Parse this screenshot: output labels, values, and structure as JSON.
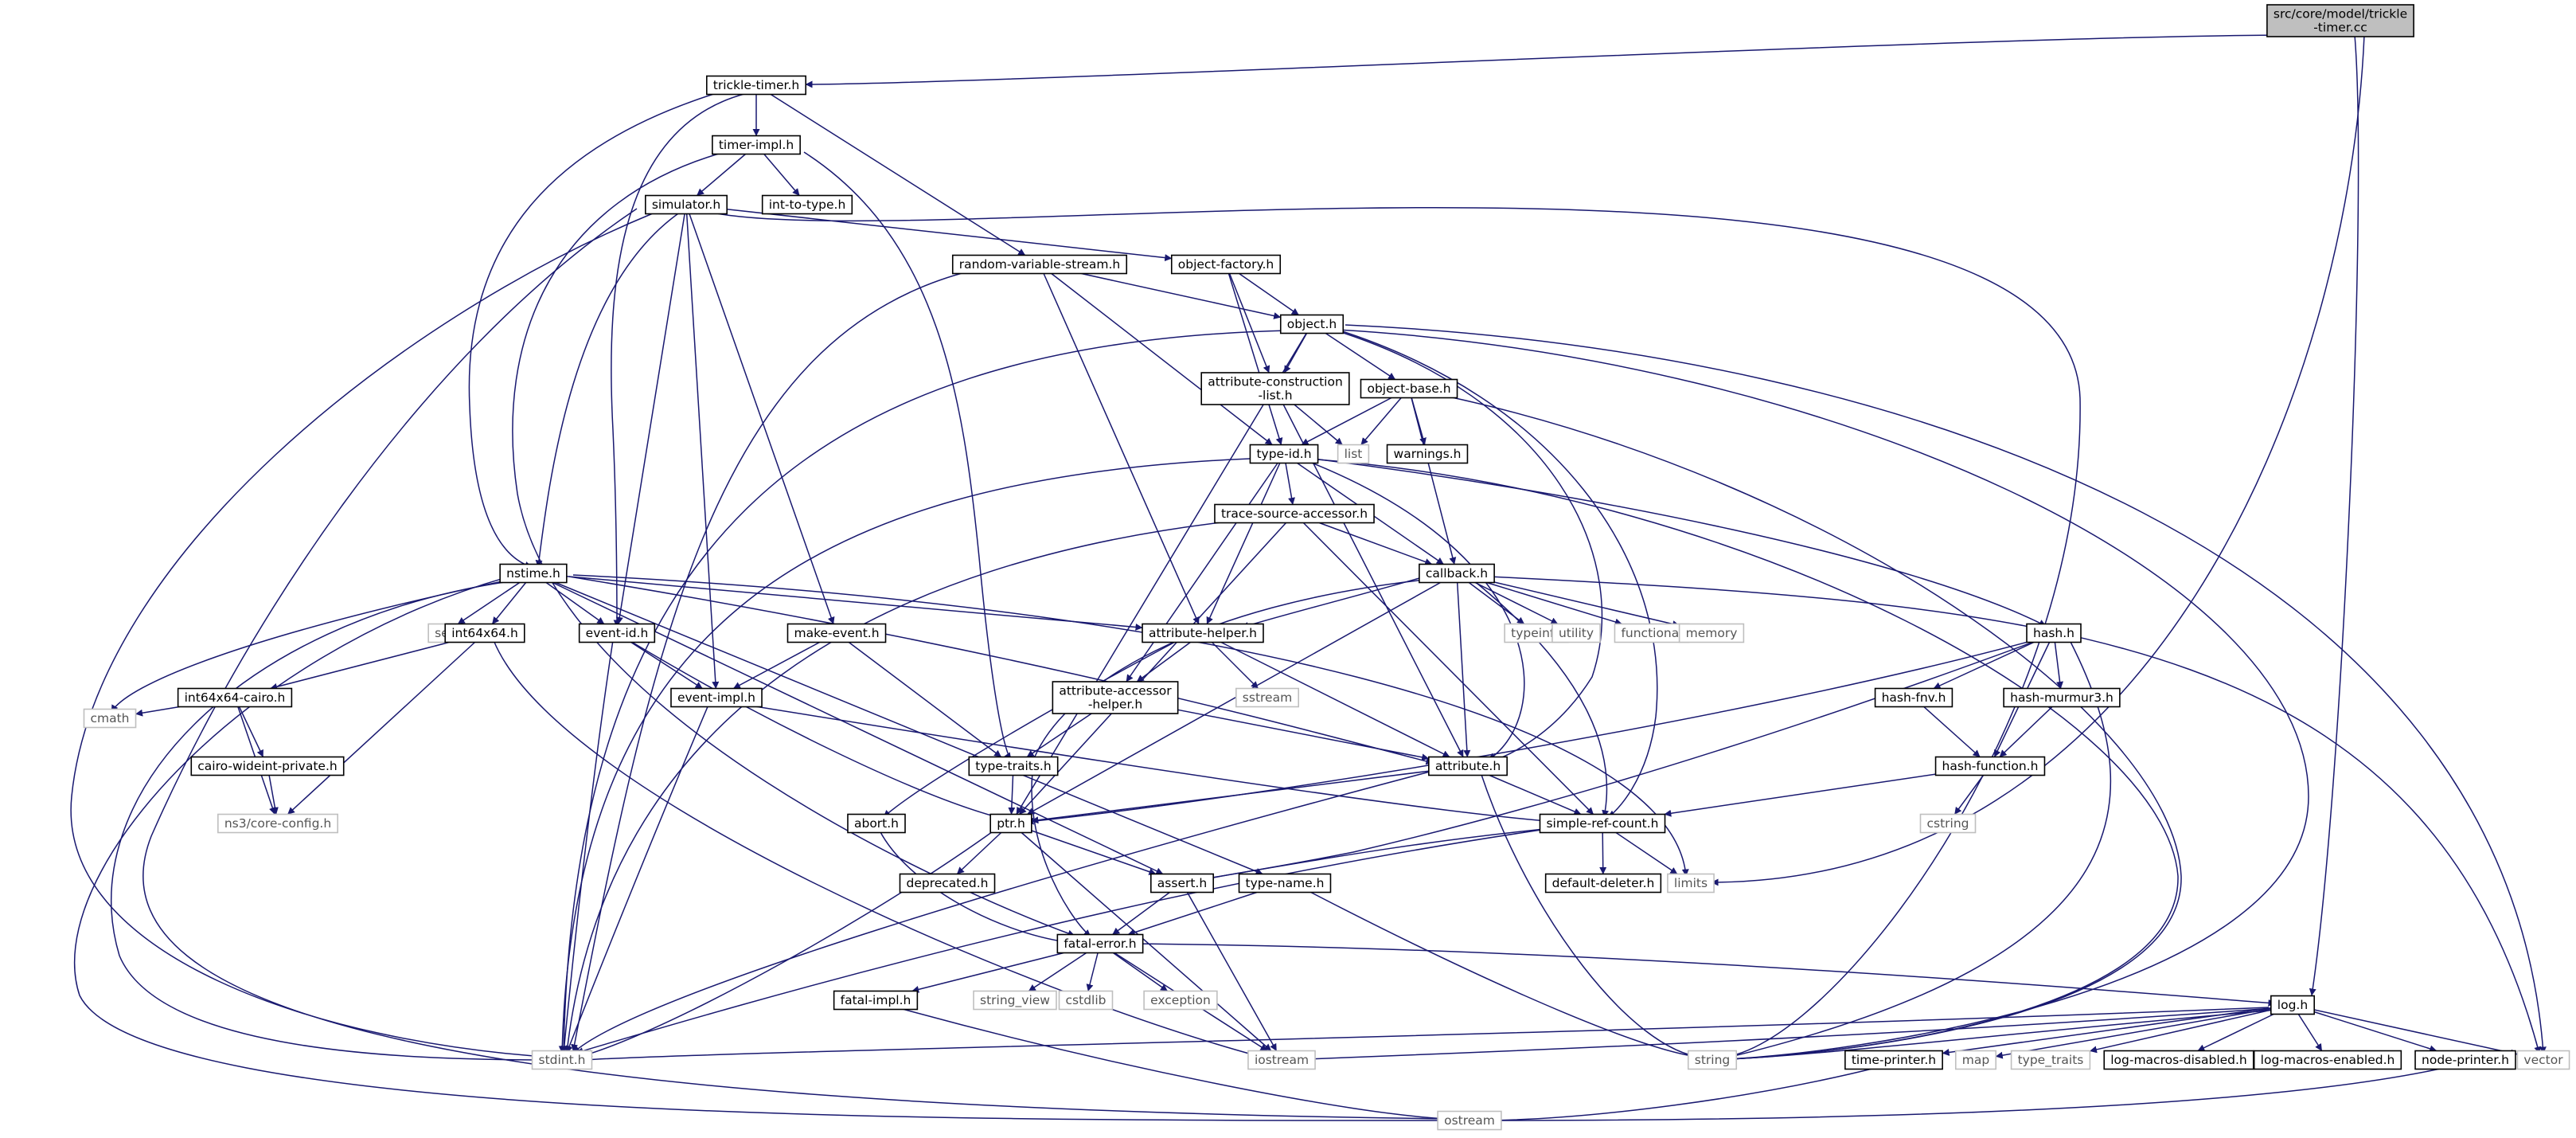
{
  "colors": {
    "edge": "#191970",
    "node_border": "#000000",
    "system_border": "#bfbfbf",
    "root_fill": "#bfbfbf",
    "node_fill": "#ffffff",
    "text": "#000000",
    "system_text": "#555555"
  },
  "nodes": [
    {
      "id": "root",
      "lines": [
        "src/core/model/trickle",
        "-timer.cc"
      ],
      "kind": "root"
    },
    {
      "id": "trickle-timer",
      "lines": [
        "trickle-timer.h"
      ],
      "kind": "header"
    },
    {
      "id": "timer-impl",
      "lines": [
        "timer-impl.h"
      ],
      "kind": "header"
    },
    {
      "id": "simulator",
      "lines": [
        "simulator.h"
      ],
      "kind": "header"
    },
    {
      "id": "int-to-type",
      "lines": [
        "int-to-type.h"
      ],
      "kind": "header"
    },
    {
      "id": "random-variable-stream",
      "lines": [
        "random-variable-stream.h"
      ],
      "kind": "header"
    },
    {
      "id": "object-factory",
      "lines": [
        "object-factory.h"
      ],
      "kind": "header"
    },
    {
      "id": "object",
      "lines": [
        "object.h"
      ],
      "kind": "header"
    },
    {
      "id": "attribute-construction-list",
      "lines": [
        "attribute-construction",
        "-list.h"
      ],
      "kind": "header"
    },
    {
      "id": "object-base",
      "lines": [
        "object-base.h"
      ],
      "kind": "header"
    },
    {
      "id": "list",
      "lines": [
        "list"
      ],
      "kind": "system"
    },
    {
      "id": "warnings",
      "lines": [
        "warnings.h"
      ],
      "kind": "header"
    },
    {
      "id": "type-id",
      "lines": [
        "type-id.h"
      ],
      "kind": "header"
    },
    {
      "id": "trace-source-accessor",
      "lines": [
        "trace-source-accessor.h"
      ],
      "kind": "header"
    },
    {
      "id": "callback",
      "lines": [
        "callback.h"
      ],
      "kind": "header"
    },
    {
      "id": "nstime",
      "lines": [
        "nstime.h"
      ],
      "kind": "header"
    },
    {
      "id": "set",
      "lines": [
        "set"
      ],
      "kind": "system"
    },
    {
      "id": "int64x64",
      "lines": [
        "int64x64.h"
      ],
      "kind": "header"
    },
    {
      "id": "event-id",
      "lines": [
        "event-id.h"
      ],
      "kind": "header"
    },
    {
      "id": "make-event",
      "lines": [
        "make-event.h"
      ],
      "kind": "header"
    },
    {
      "id": "attribute-helper",
      "lines": [
        "attribute-helper.h"
      ],
      "kind": "header"
    },
    {
      "id": "typeinfo",
      "lines": [
        "typeinfo"
      ],
      "kind": "system"
    },
    {
      "id": "utility",
      "lines": [
        "utility"
      ],
      "kind": "system"
    },
    {
      "id": "functional",
      "lines": [
        "functional"
      ],
      "kind": "system"
    },
    {
      "id": "memory",
      "lines": [
        "memory"
      ],
      "kind": "system"
    },
    {
      "id": "hash",
      "lines": [
        "hash.h"
      ],
      "kind": "header"
    },
    {
      "id": "int64x64-cairo",
      "lines": [
        "int64x64-cairo.h"
      ],
      "kind": "header"
    },
    {
      "id": "event-impl",
      "lines": [
        "event-impl.h"
      ],
      "kind": "header"
    },
    {
      "id": "sstream",
      "lines": [
        "sstream"
      ],
      "kind": "system"
    },
    {
      "id": "attribute-accessor-helper",
      "lines": [
        "attribute-accessor",
        "-helper.h"
      ],
      "kind": "header"
    },
    {
      "id": "hash-fnv",
      "lines": [
        "hash-fnv.h"
      ],
      "kind": "header"
    },
    {
      "id": "hash-murmur3",
      "lines": [
        "hash-murmur3.h"
      ],
      "kind": "header"
    },
    {
      "id": "cmath",
      "lines": [
        "cmath"
      ],
      "kind": "system"
    },
    {
      "id": "cairo-wideint-private",
      "lines": [
        "cairo-wideint-private.h"
      ],
      "kind": "header"
    },
    {
      "id": "type-traits",
      "lines": [
        "type-traits.h"
      ],
      "kind": "header"
    },
    {
      "id": "attribute",
      "lines": [
        "attribute.h"
      ],
      "kind": "header"
    },
    {
      "id": "hash-function",
      "lines": [
        "hash-function.h"
      ],
      "kind": "header"
    },
    {
      "id": "core-config",
      "lines": [
        "ns3/core-config.h"
      ],
      "kind": "system"
    },
    {
      "id": "cstring",
      "lines": [
        "cstring"
      ],
      "kind": "system"
    },
    {
      "id": "abort",
      "lines": [
        "abort.h"
      ],
      "kind": "header"
    },
    {
      "id": "ptr",
      "lines": [
        "ptr.h"
      ],
      "kind": "header"
    },
    {
      "id": "simple-ref-count",
      "lines": [
        "simple-ref-count.h"
      ],
      "kind": "header"
    },
    {
      "id": "deprecated",
      "lines": [
        "deprecated.h"
      ],
      "kind": "header"
    },
    {
      "id": "assert",
      "lines": [
        "assert.h"
      ],
      "kind": "header"
    },
    {
      "id": "type-name",
      "lines": [
        "type-name.h"
      ],
      "kind": "header"
    },
    {
      "id": "default-deleter",
      "lines": [
        "default-deleter.h"
      ],
      "kind": "header"
    },
    {
      "id": "limits",
      "lines": [
        "limits"
      ],
      "kind": "system"
    },
    {
      "id": "fatal-error",
      "lines": [
        "fatal-error.h"
      ],
      "kind": "header"
    },
    {
      "id": "fatal-impl",
      "lines": [
        "fatal-impl.h"
      ],
      "kind": "header"
    },
    {
      "id": "string_view",
      "lines": [
        "string_view"
      ],
      "kind": "system"
    },
    {
      "id": "cstdlib",
      "lines": [
        "cstdlib"
      ],
      "kind": "system"
    },
    {
      "id": "exception",
      "lines": [
        "exception"
      ],
      "kind": "system"
    },
    {
      "id": "log",
      "lines": [
        "log.h"
      ],
      "kind": "header"
    },
    {
      "id": "stdint",
      "lines": [
        "stdint.h"
      ],
      "kind": "system"
    },
    {
      "id": "iostream",
      "lines": [
        "iostream"
      ],
      "kind": "system"
    },
    {
      "id": "string",
      "lines": [
        "string"
      ],
      "kind": "system"
    },
    {
      "id": "time-printer",
      "lines": [
        "time-printer.h"
      ],
      "kind": "header"
    },
    {
      "id": "map",
      "lines": [
        "map"
      ],
      "kind": "system"
    },
    {
      "id": "type_traits",
      "lines": [
        "type_traits"
      ],
      "kind": "system"
    },
    {
      "id": "log-macros-disabled",
      "lines": [
        "log-macros-disabled.h"
      ],
      "kind": "header"
    },
    {
      "id": "log-macros-enabled",
      "lines": [
        "log-macros-enabled.h"
      ],
      "kind": "header"
    },
    {
      "id": "node-printer",
      "lines": [
        "node-printer.h"
      ],
      "kind": "header"
    },
    {
      "id": "vector",
      "lines": [
        "vector"
      ],
      "kind": "system"
    },
    {
      "id": "ostream",
      "lines": [
        "ostream"
      ],
      "kind": "system"
    }
  ],
  "edges": [
    [
      "root",
      "trickle-timer"
    ],
    [
      "root",
      "log"
    ],
    [
      "root",
      "limits"
    ],
    [
      "trickle-timer",
      "timer-impl"
    ],
    [
      "trickle-timer",
      "nstime"
    ],
    [
      "trickle-timer",
      "event-id"
    ],
    [
      "trickle-timer",
      "random-variable-stream"
    ],
    [
      "timer-impl",
      "simulator"
    ],
    [
      "timer-impl",
      "int-to-type"
    ],
    [
      "timer-impl",
      "fatal-error"
    ],
    [
      "timer-impl",
      "type-traits"
    ],
    [
      "simulator",
      "event-id"
    ],
    [
      "simulator",
      "event-impl"
    ],
    [
      "simulator",
      "make-event"
    ],
    [
      "simulator",
      "nstime"
    ],
    [
      "simulator",
      "object-factory"
    ],
    [
      "simulator",
      "stdint"
    ],
    [
      "simulator",
      "string"
    ],
    [
      "simulator",
      "ostream"
    ],
    [
      "random-variable-stream",
      "type-id"
    ],
    [
      "random-variable-stream",
      "object"
    ],
    [
      "random-variable-stream",
      "attribute-helper"
    ],
    [
      "random-variable-stream",
      "stdint"
    ],
    [
      "object-factory",
      "attribute-construction-list"
    ],
    [
      "object-factory",
      "object"
    ],
    [
      "object-factory",
      "type-id"
    ],
    [
      "object",
      "ptr"
    ],
    [
      "object",
      "attribute"
    ],
    [
      "object",
      "object-base"
    ],
    [
      "object",
      "attribute-construction-list"
    ],
    [
      "object",
      "simple-ref-count"
    ],
    [
      "object",
      "stdint"
    ],
    [
      "object",
      "string"
    ],
    [
      "object",
      "vector"
    ],
    [
      "attribute-construction-list",
      "attribute"
    ],
    [
      "attribute-construction-list",
      "list"
    ],
    [
      "object-base",
      "type-id"
    ],
    [
      "object-base",
      "callback"
    ],
    [
      "object-base",
      "list"
    ],
    [
      "object-base",
      "warnings"
    ],
    [
      "object-base",
      "string"
    ],
    [
      "type-id",
      "attribute"
    ],
    [
      "type-id",
      "attribute-accessor-helper"
    ],
    [
      "type-id",
      "trace-source-accessor"
    ],
    [
      "type-id",
      "attribute-helper"
    ],
    [
      "type-id",
      "callback"
    ],
    [
      "type-id",
      "hash"
    ],
    [
      "type-id",
      "stdint"
    ],
    [
      "type-id",
      "string"
    ],
    [
      "trace-source-accessor",
      "callback"
    ],
    [
      "trace-source-accessor",
      "ptr"
    ],
    [
      "trace-source-accessor",
      "simple-ref-count"
    ],
    [
      "trace-source-accessor",
      "stdint"
    ],
    [
      "callback",
      "ptr"
    ],
    [
      "callback",
      "fatal-error"
    ],
    [
      "callback",
      "attribute"
    ],
    [
      "callback",
      "attribute-helper"
    ],
    [
      "callback",
      "simple-ref-count"
    ],
    [
      "callback",
      "typeinfo"
    ],
    [
      "callback",
      "utility"
    ],
    [
      "callback",
      "functional"
    ],
    [
      "callback",
      "memory"
    ],
    [
      "callback",
      "vector"
    ],
    [
      "nstime",
      "assert"
    ],
    [
      "nstime",
      "attribute"
    ],
    [
      "nstime",
      "attribute-helper"
    ],
    [
      "nstime",
      "event-id"
    ],
    [
      "nstime",
      "int64x64"
    ],
    [
      "nstime",
      "type-name"
    ],
    [
      "nstime",
      "cmath"
    ],
    [
      "nstime",
      "limits"
    ],
    [
      "nstime",
      "ostream"
    ],
    [
      "nstime",
      "set"
    ],
    [
      "nstime",
      "stdint"
    ],
    [
      "int64x64",
      "int64x64-cairo"
    ],
    [
      "int64x64",
      "core-config"
    ],
    [
      "int64x64",
      "iostream"
    ],
    [
      "int64x64-cairo",
      "cairo-wideint-private"
    ],
    [
      "int64x64-cairo",
      "cmath"
    ],
    [
      "int64x64-cairo",
      "core-config"
    ],
    [
      "cairo-wideint-private",
      "core-config"
    ],
    [
      "event-id",
      "event-impl"
    ],
    [
      "event-id",
      "ptr"
    ],
    [
      "event-id",
      "stdint"
    ],
    [
      "event-impl",
      "simple-ref-count"
    ],
    [
      "event-impl",
      "stdint"
    ],
    [
      "make-event",
      "event-impl"
    ],
    [
      "make-event",
      "type-traits"
    ],
    [
      "attribute-helper",
      "attribute"
    ],
    [
      "attribute-helper",
      "attribute-accessor-helper"
    ],
    [
      "attribute-helper",
      "abort"
    ],
    [
      "attribute-helper",
      "sstream"
    ],
    [
      "attribute-accessor-helper",
      "attribute"
    ],
    [
      "attribute-accessor-helper",
      "type-traits"
    ],
    [
      "type-traits",
      "ptr"
    ],
    [
      "attribute",
      "ptr"
    ],
    [
      "attribute",
      "simple-ref-count"
    ],
    [
      "attribute",
      "string"
    ],
    [
      "attribute",
      "stdint"
    ],
    [
      "hash",
      "assert"
    ],
    [
      "hash",
      "hash-fnv"
    ],
    [
      "hash",
      "hash-murmur3"
    ],
    [
      "hash",
      "hash-function"
    ],
    [
      "hash",
      "ptr"
    ],
    [
      "hash",
      "string"
    ],
    [
      "hash-fnv",
      "hash-function"
    ],
    [
      "hash-murmur3",
      "hash-function"
    ],
    [
      "hash-function",
      "simple-ref-count"
    ],
    [
      "hash-function",
      "cstring"
    ],
    [
      "abort",
      "fatal-error"
    ],
    [
      "ptr",
      "assert"
    ],
    [
      "ptr",
      "deprecated"
    ],
    [
      "ptr",
      "iostream"
    ],
    [
      "ptr",
      "stdint"
    ],
    [
      "simple-ref-count",
      "assert"
    ],
    [
      "simple-ref-count",
      "default-deleter"
    ],
    [
      "simple-ref-count",
      "limits"
    ],
    [
      "simple-ref-count",
      "stdint"
    ],
    [
      "assert",
      "fatal-error"
    ],
    [
      "assert",
      "iostream"
    ],
    [
      "type-name",
      "fatal-error"
    ],
    [
      "type-name",
      "string"
    ],
    [
      "fatal-error",
      "fatal-impl"
    ],
    [
      "fatal-error",
      "log"
    ],
    [
      "fatal-error",
      "string_view"
    ],
    [
      "fatal-error",
      "cstdlib"
    ],
    [
      "fatal-error",
      "exception"
    ],
    [
      "fatal-error",
      "iostream"
    ],
    [
      "fatal-impl",
      "ostream"
    ],
    [
      "log",
      "log-macros-disabled"
    ],
    [
      "log",
      "log-macros-enabled"
    ],
    [
      "log",
      "node-printer"
    ],
    [
      "log",
      "time-printer"
    ],
    [
      "log",
      "iostream"
    ],
    [
      "log",
      "map"
    ],
    [
      "log",
      "stdint"
    ],
    [
      "log",
      "string"
    ],
    [
      "log",
      "type_traits"
    ],
    [
      "log",
      "vector"
    ],
    [
      "time-printer",
      "ostream"
    ],
    [
      "node-printer",
      "ostream"
    ]
  ]
}
